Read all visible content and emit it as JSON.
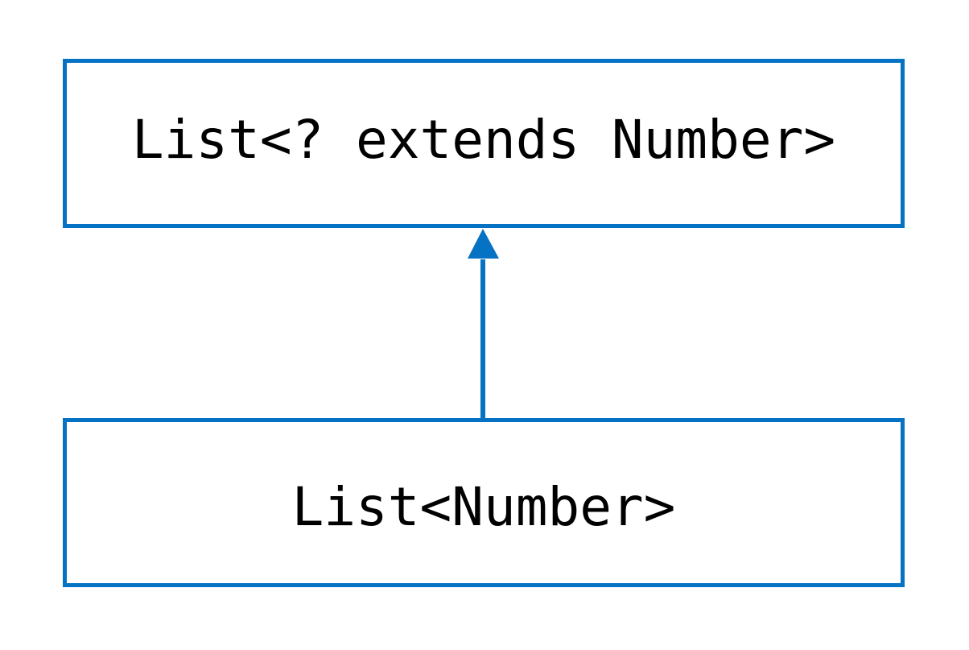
{
  "diagram": {
    "type": "uml-class-generalization",
    "background_color": "#ffffff",
    "accent_color": "#0672c3",
    "text_color": "#000000",
    "nodes": [
      {
        "id": "supertype",
        "label": "List<? extends Number>",
        "role": "supertype",
        "border_color": "#0672c3",
        "fill_color": "#ffffff"
      },
      {
        "id": "subtype",
        "label": "List<Number>",
        "role": "subtype",
        "border_color": "#0672c3",
        "fill_color": "#ffffff"
      }
    ],
    "edges": [
      {
        "id": "generalization",
        "from": "subtype",
        "to": "supertype",
        "arrow": "solid-triangle",
        "style": "solid",
        "color": "#0672c3"
      }
    ]
  }
}
